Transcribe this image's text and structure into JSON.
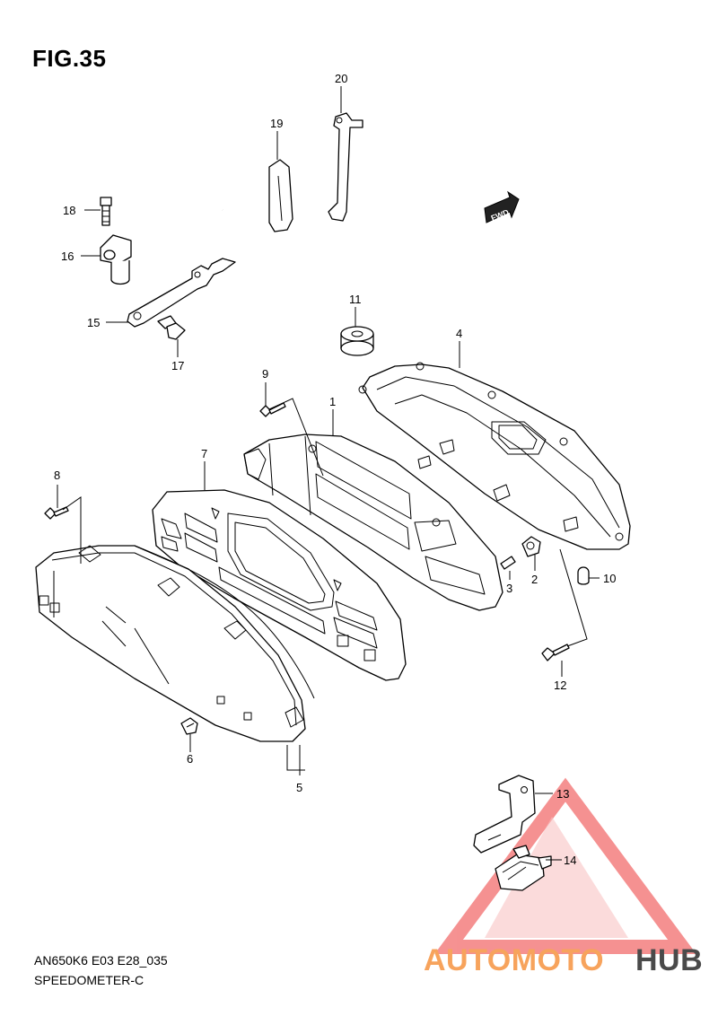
{
  "figure": {
    "title": "FIG.35",
    "caption_model": "AN650K6 E03 E28_035",
    "caption_name": "SPEEDOMETER-C"
  },
  "direction_badge": {
    "text": "FWD"
  },
  "watermark": {
    "part1": "AUTOMOTO",
    "part2": "HUB",
    "color1": "#f7a35c",
    "color2": "#4a4a4a",
    "triangle_color": "#f26d6d"
  },
  "callouts": [
    {
      "id": "20",
      "label": "20"
    },
    {
      "id": "19",
      "label": "19"
    },
    {
      "id": "18",
      "label": "18"
    },
    {
      "id": "16",
      "label": "16"
    },
    {
      "id": "15",
      "label": "15"
    },
    {
      "id": "17",
      "label": "17"
    },
    {
      "id": "11",
      "label": "11"
    },
    {
      "id": "4",
      "label": "4"
    },
    {
      "id": "9",
      "label": "9"
    },
    {
      "id": "1",
      "label": "1"
    },
    {
      "id": "7",
      "label": "7"
    },
    {
      "id": "8",
      "label": "8"
    },
    {
      "id": "3",
      "label": "3"
    },
    {
      "id": "2",
      "label": "2"
    },
    {
      "id": "10",
      "label": "10"
    },
    {
      "id": "12",
      "label": "12"
    },
    {
      "id": "6",
      "label": "6"
    },
    {
      "id": "5",
      "label": "5"
    },
    {
      "id": "13",
      "label": "13"
    },
    {
      "id": "14",
      "label": "14"
    }
  ]
}
